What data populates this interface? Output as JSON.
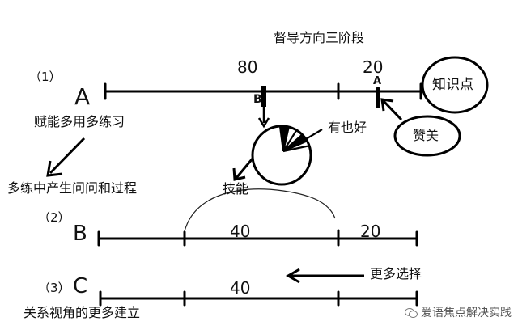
{
  "title": "督导方向三阶段",
  "stage1": {
    "num": "（1）",
    "letter": "A",
    "num_left": "80",
    "num_right": "20",
    "marker_b": "B",
    "marker_a": "A",
    "note": "赋能多用多练习",
    "result": "多练中产生问问和过程",
    "bubble_knowledge": "知识点",
    "bubble_praise": "赞美",
    "pie_label": "有也好",
    "skill": "技能"
  },
  "stage2": {
    "num": "（2）",
    "letter": "B",
    "num_left": "40",
    "num_right": "20"
  },
  "stage3": {
    "num": "（3）",
    "letter": "C",
    "num_mid": "40",
    "choice": "更多选择",
    "relation": "关系视角的更多建立"
  },
  "watermark": "爱语焦点解决实践",
  "icons": [
    "pencil-arrow-icon",
    "wechat-watermark-icon"
  ]
}
